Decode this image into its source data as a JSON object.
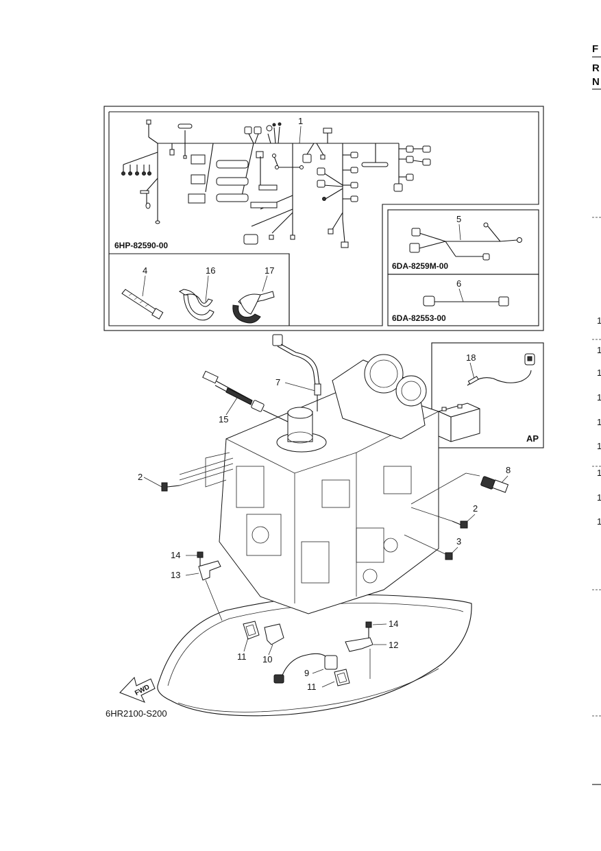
{
  "edge": {
    "letter_top": "F",
    "letter_mid": "R",
    "letter_bottom": "N",
    "digits": [
      "1",
      "1",
      "1",
      "1",
      "1",
      "1",
      "1",
      "1",
      "1"
    ]
  },
  "kit_box": {
    "harness_code": "6HP-82590-00",
    "sub1_code": "6DA-8259M-00",
    "sub2_code": "6DA-82553-00",
    "callouts": {
      "p1": "1",
      "p4": "4",
      "p5": "5",
      "p6": "6",
      "p16": "16",
      "p17": "17"
    }
  },
  "ap_inset": {
    "tag": "AP",
    "callout_18": "18"
  },
  "engine": {
    "callouts": {
      "p2a": "2",
      "p2b": "2",
      "p3": "3",
      "p7": "7",
      "p8": "8",
      "p9": "9",
      "p10": "10",
      "p11a": "11",
      "p11b": "11",
      "p12": "12",
      "p13": "13",
      "p14a": "14",
      "p14b": "14",
      "p15": "15"
    },
    "fwd": "FWD",
    "figure_code": "6HR2100-S200"
  }
}
